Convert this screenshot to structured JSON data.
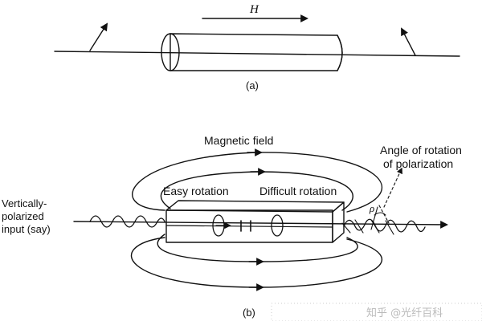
{
  "labels": {
    "field_symbol": "H",
    "caption_a": "(a)",
    "caption_b": "(b)",
    "magnetic_field": "Magnetic field",
    "angle_line1": "Angle of rotation",
    "angle_line2": "of polarization",
    "rho": "ρ",
    "easy_rotation": "Easy rotation",
    "difficult_rotation": "Difficult rotation",
    "input_line1": "Vertically-",
    "input_line2": "polarized",
    "input_line3": "input (say)"
  },
  "watermark": {
    "text": "知乎 @光纤百科"
  }
}
